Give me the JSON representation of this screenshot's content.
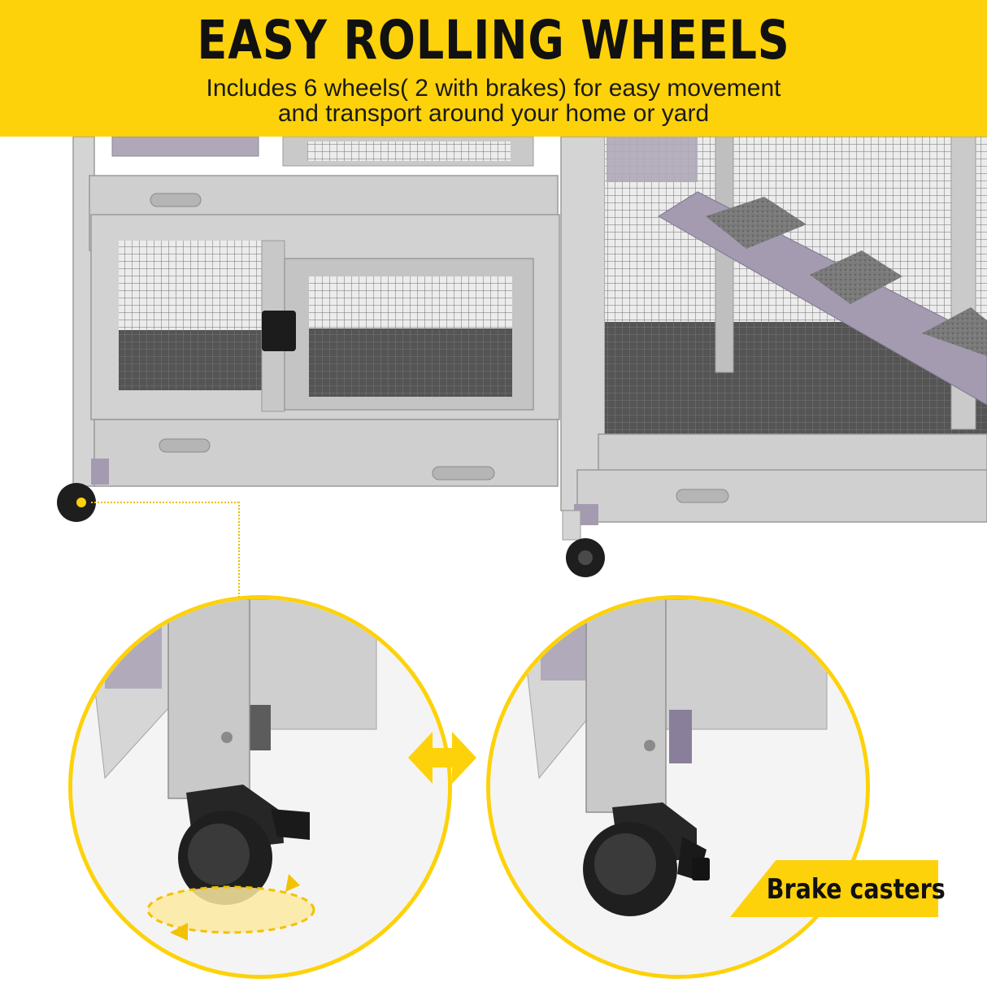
{
  "banner": {
    "headline": "EASY ROLLING WHEELS",
    "subline_1": "Includes 6 wheels( 2 with brakes) for easy movement",
    "subline_2": "and transport around your home or yard"
  },
  "callout": {
    "brake_label": "Brake casters"
  },
  "colors": {
    "accent": "#fdd20a",
    "text": "#111111",
    "wood": "#c9c9c9",
    "caster": "#1e1e1e"
  },
  "icons": {
    "swap": "double-arrow-icon"
  }
}
